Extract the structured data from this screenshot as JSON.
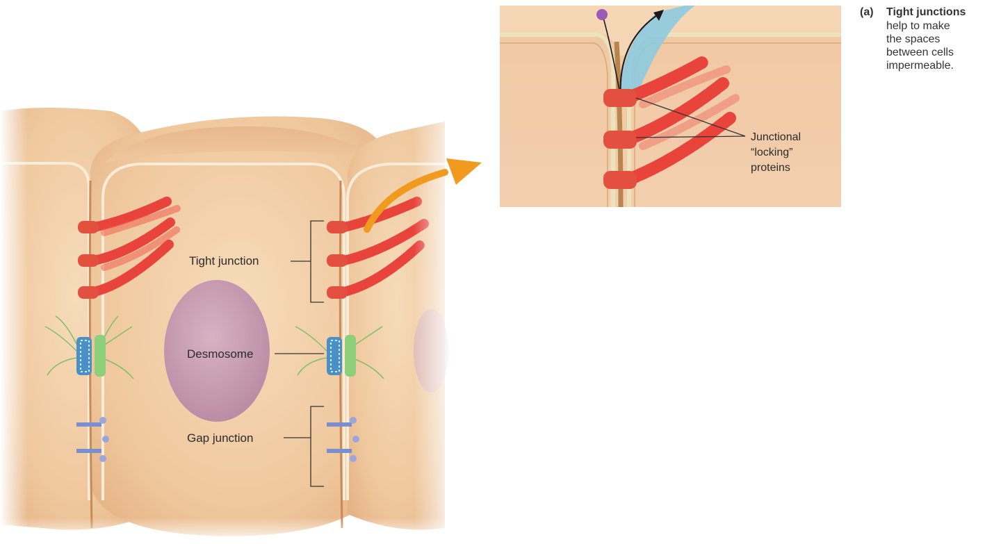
{
  "caption": {
    "tag": "(a)",
    "heading": "Tight junctions",
    "body": "help to make\nthe spaces\nbetween cells\nimpermeable."
  },
  "labels": {
    "tight_junction": "Tight junction",
    "desmosome": "Desmosome",
    "gap_junction": "Gap junction",
    "locking_proteins": "Junctional\n“locking”\nproteins"
  },
  "colors": {
    "cytoplasm": "#f2cfa6",
    "membrane": "#f7ead2",
    "tight_junction_protein": "#e8443c",
    "desmosome_plaque": "#4a90c8",
    "desmosome_filament": "#7cc06a",
    "nucleus": "#c79bb0",
    "arrow": "#f09a1e",
    "pathway": "#8ecbe0"
  }
}
